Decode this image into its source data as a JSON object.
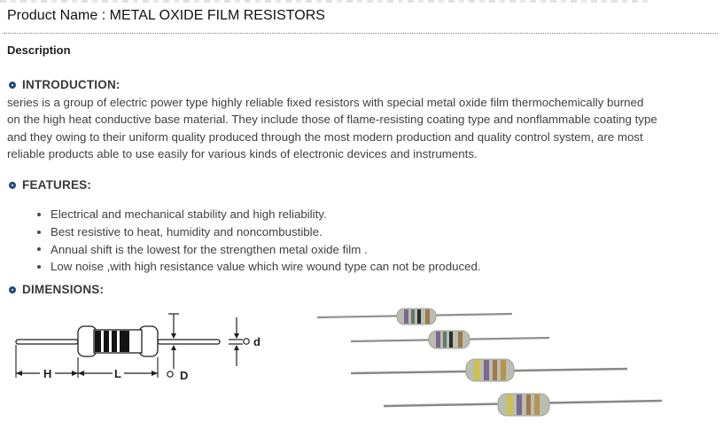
{
  "header": {
    "product_label": "Product Name :",
    "product_name": "METAL OXIDE FILM RESISTORS"
  },
  "description_label": "Description",
  "sections": {
    "introduction": {
      "title": "INTRODUCTION:",
      "lines": [
        "series is a group of electric power type highly reliable fixed resistors with special metal oxide film thermochemically burned",
        "on the high heat conductive base material. They include those of flame-resisting coating type and nonflammable coating type",
        "and they owing to their uniform quality produced through the most modern production and quality control system, are most",
        "reliable products able to use easily for various kinds of electronic devices and instruments."
      ]
    },
    "features": {
      "title": "FEATURES:",
      "items": [
        "Electrical and mechanical stability and high reliability.",
        "Best resistive to heat, humidity and noncombustible.",
        "Annual shift is the lowest for the strengthen metal oxide film .",
        "Low noise ,with high resistance value which wire wound type can not be produced."
      ]
    },
    "dimensions": {
      "title": "DIMENSIONS:",
      "diagram": {
        "label_h": "H",
        "label_l": "L",
        "label_big_d": "D",
        "label_small_d": "d"
      }
    }
  },
  "icons": {
    "section_bullet": "ring-icon"
  },
  "colors": {
    "accent_ring": "#27497B",
    "heading_text": "#383838",
    "body_text": "#3F3F3F",
    "title_text": "#121212",
    "diagram_line": "#1F1F1F",
    "resistor_body": "#B9BDB2",
    "band_yellow": "#CFC052",
    "band_violet": "#7B6790",
    "band_green": "#5F7A64",
    "band_black": "#2D2D2D",
    "band_gold": "#B5944E",
    "band_orange": "#A3774A",
    "lead_gray": "#8A8A8A"
  }
}
